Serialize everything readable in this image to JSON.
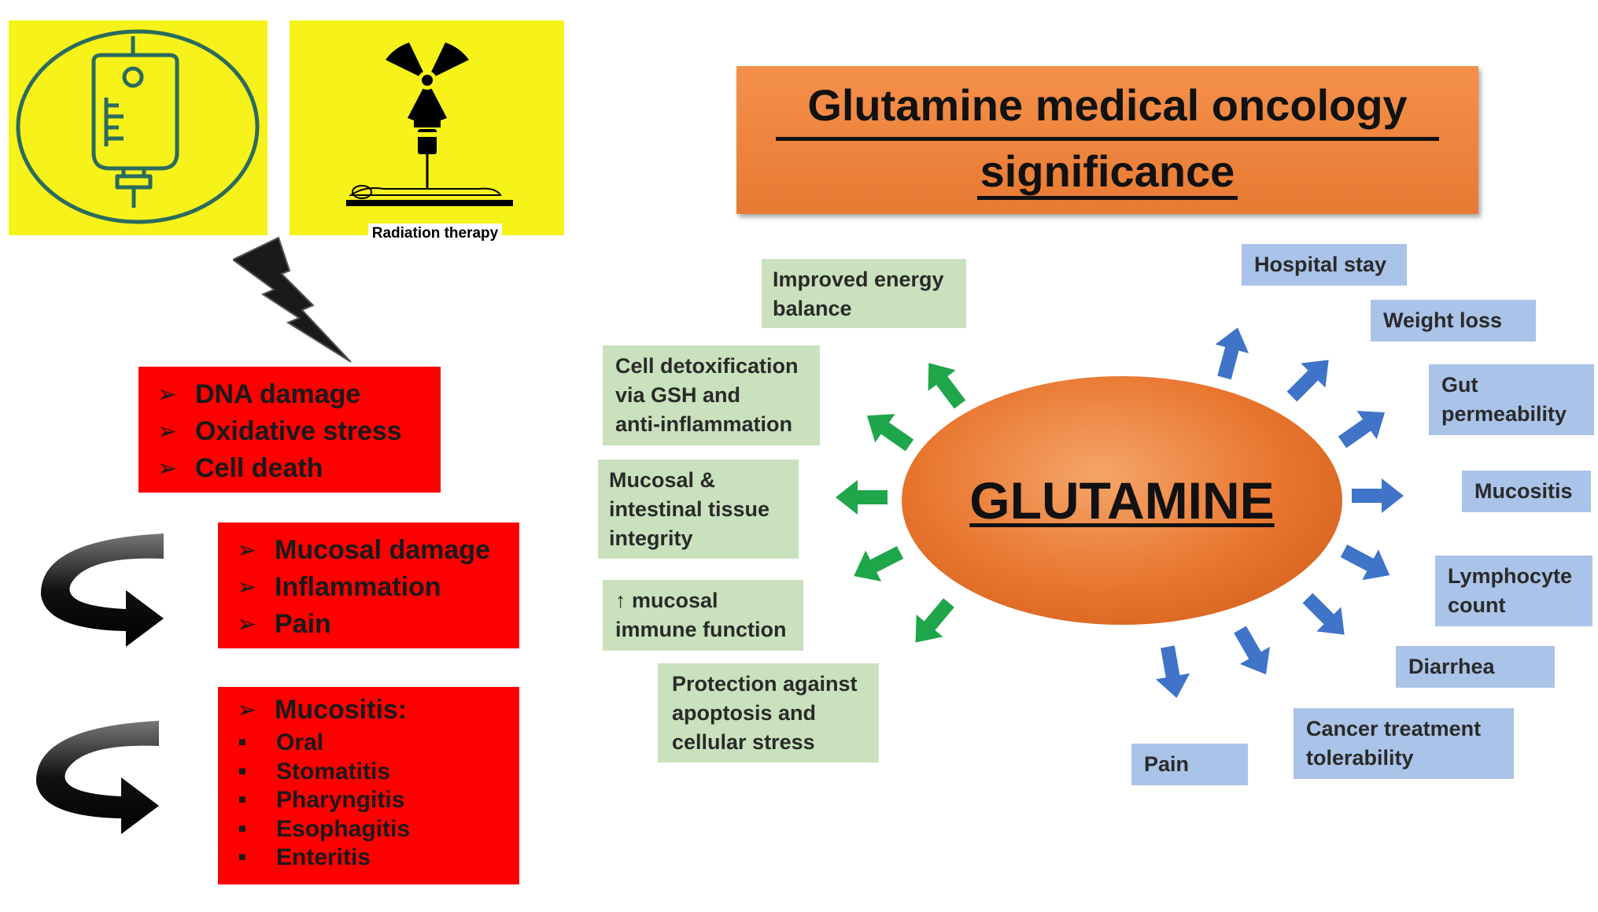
{
  "icons": {
    "left": "iv-drip-bag-icon",
    "right": "radiation-therapy-icon",
    "radiation_caption": "Radiation therapy",
    "lightning": "lightning-bolt-icon",
    "curved_arrow": "curved-arrow-icon"
  },
  "title": {
    "line1": "Glutamine medical oncology",
    "line2": "significance"
  },
  "center_label": "GLUTAMINE",
  "red_boxes": {
    "box1": [
      "DNA damage",
      "Oxidative stress",
      "Cell death"
    ],
    "box2": [
      "Mucosal damage",
      "Inflammation",
      "Pain"
    ],
    "box3_heading": "Mucositis:",
    "box3_items": [
      "Oral",
      "Stomatitis",
      "Pharyngitis",
      "Esophagitis",
      "Enteritis"
    ]
  },
  "green_boxes": {
    "energy": [
      "Improved energy",
      "balance"
    ],
    "detox": [
      "Cell detoxification",
      "via GSH and",
      "anti-inflammation"
    ],
    "mucosal": [
      "Mucosal &",
      "intestinal tissue",
      "integrity"
    ],
    "immune": [
      "↑ mucosal",
      "immune function"
    ],
    "protection": [
      "Protection against",
      "apoptosis and",
      "cellular stress"
    ]
  },
  "blue_boxes": {
    "hospital": "Hospital stay",
    "weight": "Weight loss",
    "gut": [
      "Gut",
      "permeability"
    ],
    "mucositis": "Mucositis",
    "lymphocyte": [
      "Lymphocyte",
      "count"
    ],
    "diarrhea": "Diarrhea",
    "tolerability": [
      "Cancer treatment",
      "tolerability"
    ],
    "pain": "Pain"
  },
  "colors": {
    "yellow": "#f7f21a",
    "red": "#ff0000",
    "orange": "#e87a33",
    "green_box": "#c9e2bd",
    "green_arrow": "#1fa64a",
    "blue_box": "#aac3e8",
    "blue_arrow": "#3f74c9"
  }
}
